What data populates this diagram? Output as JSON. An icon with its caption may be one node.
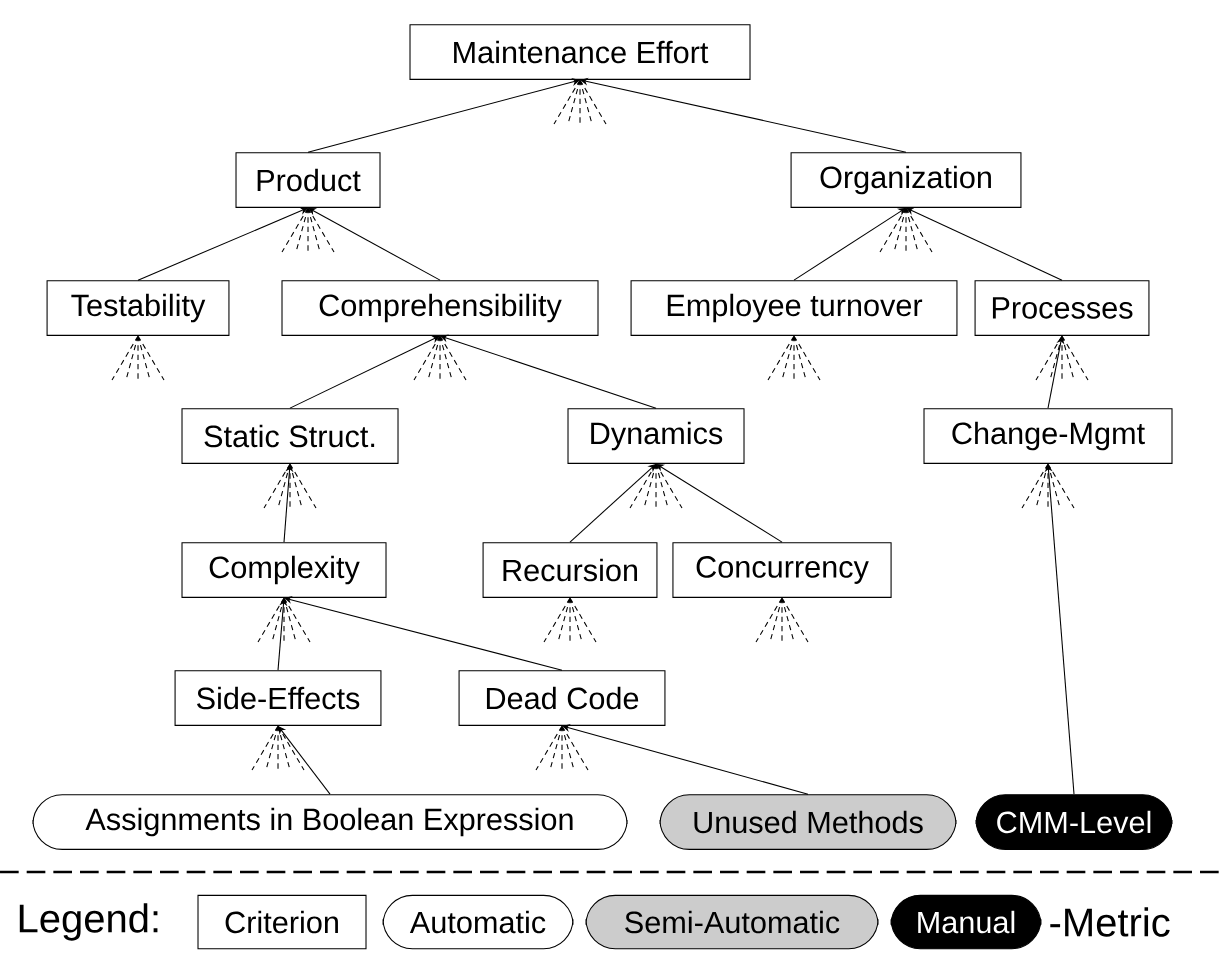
{
  "diagram": {
    "nodes": [
      {
        "text": [
          "Maintenance Effort"
        ]
      },
      {
        "text": [
          "Product"
        ]
      },
      {
        "text": [
          "Organization"
        ]
      },
      {
        "text": [
          "Testability"
        ]
      },
      {
        "text": [
          "Comprehensibility"
        ]
      },
      {
        "text": [
          "Employee turnover"
        ]
      },
      {
        "text": [
          "Processes"
        ]
      },
      {
        "text": [
          "Static Struct."
        ]
      },
      {
        "text": [
          "Dynamics"
        ]
      },
      {
        "text": [
          "Change-Mgmt"
        ]
      },
      {
        "text": [
          "Complexity"
        ]
      },
      {
        "text": [
          "Recursion"
        ]
      },
      {
        "text": [
          "Concurrency"
        ]
      },
      {
        "text": [
          "Side-Effects"
        ]
      },
      {
        "text": [
          "Dead Code"
        ]
      },
      {
        "text": [
          "Assignments in Boolean Expression"
        ]
      },
      {
        "text": [
          "Unused Methods"
        ]
      },
      {
        "text": [
          "CMM-Level"
        ]
      }
    ],
    "edges": [
      {
        "from": 1,
        "to": 0,
        "arrow": "to"
      },
      {
        "from": 2,
        "to": 0,
        "arrow": "to"
      },
      {
        "from": 3,
        "to": 1,
        "arrow": "to"
      },
      {
        "from": 4,
        "to": 1,
        "arrow": "to"
      },
      {
        "from": 5,
        "to": 2,
        "arrow": "to"
      },
      {
        "from": 6,
        "to": 2,
        "arrow": "to"
      },
      {
        "from": 7,
        "to": 4,
        "arrow": "to"
      },
      {
        "from": 8,
        "to": 4,
        "arrow": "to"
      },
      {
        "from": 9,
        "to": 6,
        "arrow": "to"
      },
      {
        "from": 10,
        "to": 7,
        "arrow": "to"
      },
      {
        "from": 11,
        "to": 8,
        "arrow": "to"
      },
      {
        "from": 12,
        "to": 8,
        "arrow": "to"
      },
      {
        "from": 13,
        "to": 10,
        "arrow": "to"
      },
      {
        "from": 14,
        "to": 10,
        "arrow": "to"
      },
      {
        "from": 15,
        "to": 13,
        "arrow": "to"
      },
      {
        "from": 16,
        "to": 14,
        "arrow": "to"
      },
      {
        "from": 17,
        "to": 9,
        "arrow": "to"
      }
    ],
    "labels": [
      "Legend:",
      "-Metric"
    ],
    "legend": [
      {
        "text": "Criterion"
      },
      {
        "text": "Automatic"
      },
      {
        "text": "Semi-Automatic"
      },
      {
        "text": "Manual"
      }
    ]
  }
}
